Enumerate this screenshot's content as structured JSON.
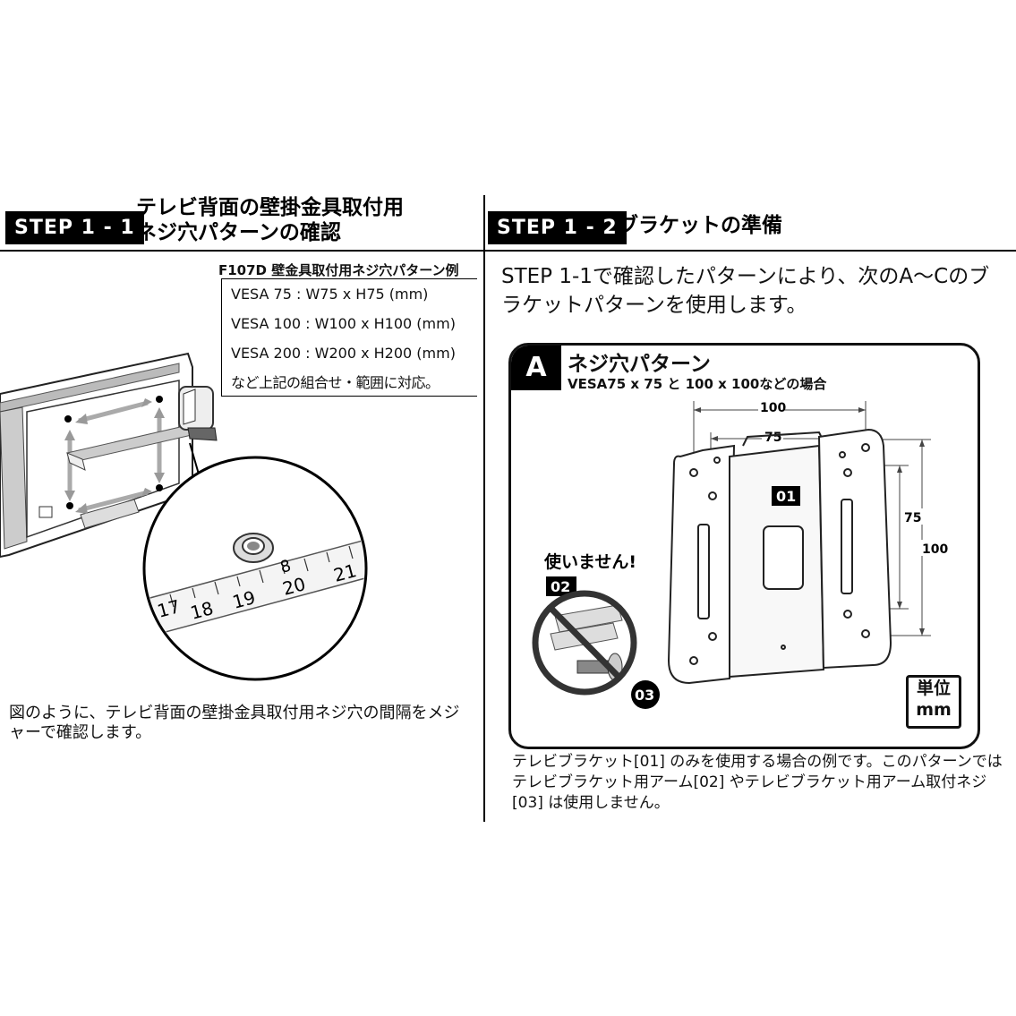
{
  "left": {
    "step_badge": "STEP 1 - 1",
    "title_line1": "テレビ背面の壁掛金具取付用",
    "title_line2": "ネジ穴パターンの確認",
    "pattern_heading": "F107D 壁金具取付用ネジ穴パターン例",
    "vesa_lines": [
      "VESA 75 :   W75  x  H75   (mm)",
      "VESA 100 : W100 x H100 (mm)",
      "VESA 200 : W200 x H200 (mm)",
      "など上記の組合せ・範囲に対応。"
    ],
    "ruler_numbers": [
      "17",
      "18",
      "19",
      "20",
      "21",
      "8"
    ],
    "description": "図のように、テレビ背面の壁掛金具取付用ネジ穴の間隔をメジャーで確認します。"
  },
  "right": {
    "step_badge": "STEP 1 - 2",
    "title": "ブラケットの準備",
    "intro": "STEP 1-1で確認したパターンにより、次のA～Cのブラケットパターンを使用します。",
    "panel": {
      "letter": "A",
      "title": "ネジ穴パターン",
      "subtitle": "VESA75 x 75 と 100 x 100などの場合",
      "dim_width_outer": "100",
      "dim_width_inner": "75",
      "dim_height_inner": "75",
      "dim_height_outer": "100",
      "part_01": "01",
      "part_02": "02",
      "part_03": "03",
      "not_used": "使いません!",
      "unit_line1": "単位",
      "unit_line2": "mm"
    },
    "caption": "テレビブラケット[01] のみを使用する場合の例です。このパターンではテレビブラケット用アーム[02] やテレビブラケット用アーム取付ネジ[03] は使用しません。"
  }
}
